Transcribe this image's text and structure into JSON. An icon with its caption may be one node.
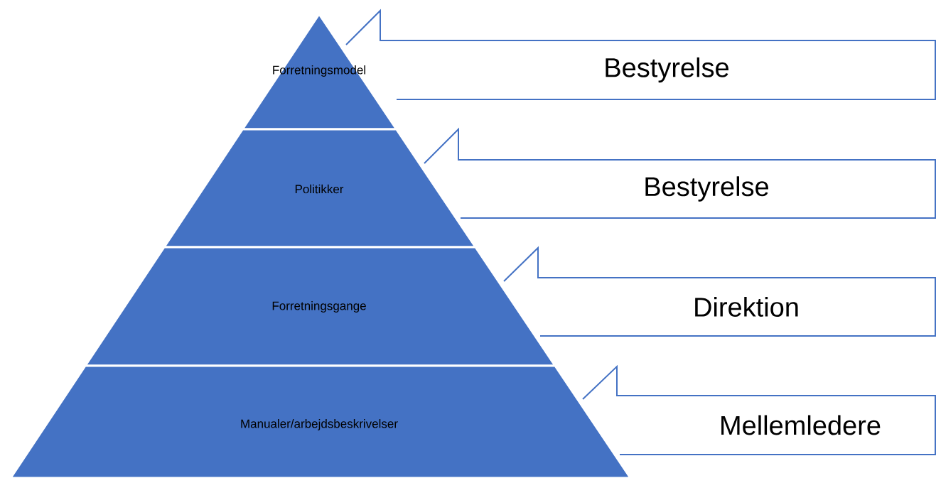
{
  "diagram": {
    "nodes": [
      {
        "text": [
          "Forretningsmodel"
        ]
      },
      {
        "text": [
          "Politikker"
        ]
      },
      {
        "text": [
          "Forretningsgange"
        ]
      },
      {
        "text": [
          "Manualer/arbejdsbeskrivelser"
        ]
      },
      {
        "text": [
          "Bestyrelse"
        ]
      },
      {
        "text": [
          "Bestyrelse"
        ]
      },
      {
        "text": [
          "Direktion"
        ]
      },
      {
        "text": [
          "Mellemledere"
        ]
      }
    ]
  }
}
